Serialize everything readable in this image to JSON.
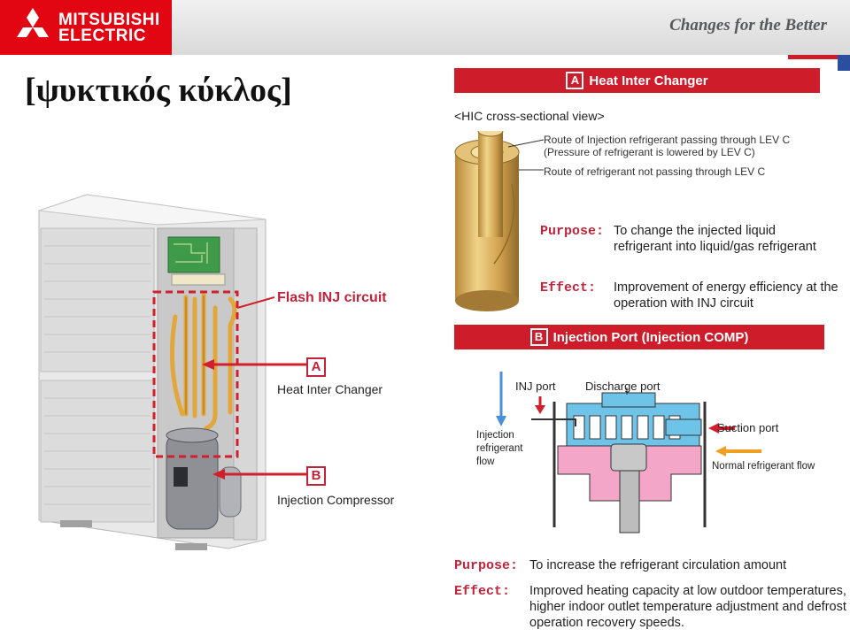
{
  "header": {
    "logo_line1": "MITSUBISHI",
    "logo_line2": "ELECTRIC",
    "tagline": "Changes for the Better"
  },
  "title": "[ψυκτικός κύκλος]",
  "left_diagram": {
    "flash_label": "Flash INJ circuit",
    "box_a": "A",
    "box_b": "B",
    "hic_caption": "Heat Inter Changer",
    "comp_caption": "Injection Compressor"
  },
  "section_a": {
    "badge": "A",
    "title": "Heat Inter Changer",
    "subtitle": "<HIC cross-sectional view>",
    "route1_a": "Route of Injection refrigerant passing through LEV C",
    "route1_b": "(Pressure of refrigerant is lowered by LEV C)",
    "route2": "Route of refrigerant not passing through LEV C",
    "purpose_label": "Purpose:",
    "purpose_text": "To change the injected liquid refrigerant into liquid/gas refrigerant",
    "effect_label": "Effect:",
    "effect_text": "Improvement of energy efficiency at the operation with INJ circuit"
  },
  "section_b": {
    "badge": "B",
    "title": "Injection Port (Injection COMP)",
    "inj_port": "INJ port",
    "discharge_port": "Discharge port",
    "suction_port": "Suction port",
    "normal_flow": "Normal refrigerant flow",
    "inj_flow_1": "Injection",
    "inj_flow_2": "refrigerant",
    "inj_flow_3": "flow",
    "purpose_label": "Purpose:",
    "purpose_text": "To increase the refrigerant circulation amount",
    "effect_label": "Effect:",
    "effect_text": "Improved heating capacity at low outdoor temperatures, higher indoor outlet temperature adjustment and defrost operation recovery speeds."
  },
  "colors": {
    "brand_red": "#e20613",
    "banner_red": "#cf1c2a",
    "label_red": "#c0233a",
    "pipe_gold": "#e2a63a"
  }
}
